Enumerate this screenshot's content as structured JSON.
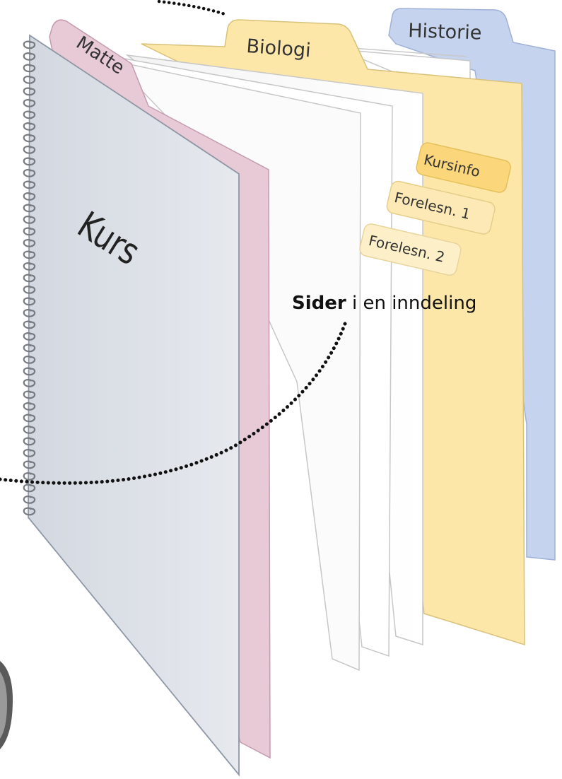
{
  "notebook": {
    "cover_label": "Kurs",
    "sections": [
      {
        "label": "Matte",
        "color": "#e8c9d6"
      },
      {
        "label": "Biologi",
        "color": "#fde7a8"
      },
      {
        "label": "Historie",
        "color": "#c5d3ee"
      }
    ],
    "pages": [
      {
        "label": "Kursinfo"
      },
      {
        "label": "Forelesn. 1"
      },
      {
        "label": "Forelesn. 2"
      }
    ]
  },
  "callout": {
    "bold": "Sider",
    "rest": " i en inndeling"
  }
}
